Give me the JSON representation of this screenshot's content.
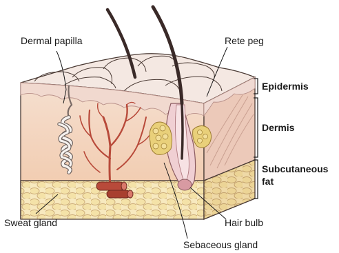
{
  "labels": {
    "dermal_papilla": "Dermal papilla",
    "rete_peg": "Rete peg",
    "epidermis": "Epidermis",
    "dermis": "Dermis",
    "subcutaneous_line1": "Subcutaneous",
    "subcutaneous_line2": "fat",
    "sweat_gland": "Sweat gland",
    "hair_bulb": "Hair bulb",
    "sebaceous_gland": "Sebaceous gland"
  },
  "colors": {
    "epidermis_top": "#f3e7e1",
    "epidermis_front": "#f0d8cf",
    "dermis_front": "#f6d5bd",
    "dermis_right": "#eac6b6",
    "fat_cells": "#f4e2a8",
    "blood_vessel": "#b84a3a",
    "sebaceous": "#e8cf7a",
    "hair": "#3a2a28"
  }
}
